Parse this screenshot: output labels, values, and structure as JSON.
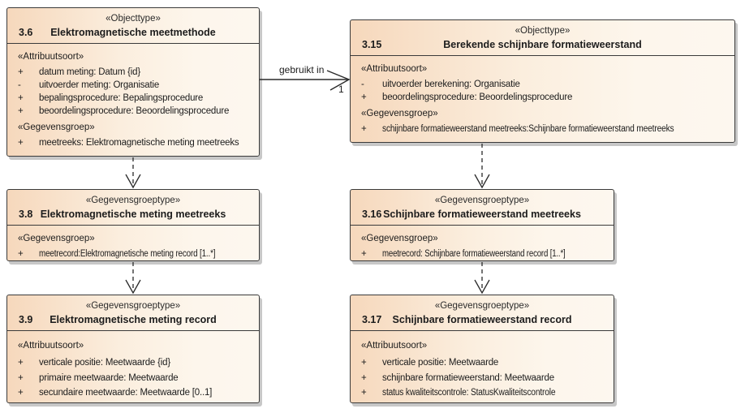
{
  "colors": {
    "box_fill_gradient_start": "#f6d8bc",
    "box_fill_gradient_end": "#fdf7ef",
    "box_border": "#3a3a3a",
    "box_shadow": "#828282",
    "background": "#ffffff",
    "text": "#1c1c1c"
  },
  "connector": {
    "label": "gebruikt in",
    "multiplicity": "1"
  },
  "boxes": [
    {
      "stereotype": "«Objecttype»",
      "number": "3.6",
      "title": "Elektromagnetische meetmethode",
      "sections": [
        {
          "header": "«Attribuutsoort»",
          "rows": [
            {
              "vis": "+",
              "text": "datum meting: Datum {id}"
            },
            {
              "vis": "-",
              "text": "uitvoerder meting: Organisatie"
            },
            {
              "vis": "+",
              "text": "bepalingsprocedure: Bepalingsprocedure"
            },
            {
              "vis": "+",
              "text": "beoordelingsprocedure: Beoordelingsprocedure"
            }
          ]
        },
        {
          "header": "«Gegevensgroep»",
          "rows": [
            {
              "vis": "+",
              "text": "meetreeks: Elektromagnetische meting meetreeks"
            }
          ]
        }
      ]
    },
    {
      "stereotype": "«Objecttype»",
      "number": "3.15",
      "title": "Berekende schijnbare formatieweerstand",
      "sections": [
        {
          "header": "«Attribuutsoort»",
          "rows": [
            {
              "vis": "-",
              "text": "uitvoerder berekening: Organisatie"
            },
            {
              "vis": "+",
              "text": "beoordelingsprocedure: Beoordelingsprocedure"
            }
          ]
        },
        {
          "header": "«Gegevensgroep»",
          "rows": [
            {
              "vis": "+",
              "text": "schijnbare formatieweerstand meetreeks:Schijnbare formatieweerstand meetreeks"
            }
          ]
        }
      ]
    },
    {
      "stereotype": "«Gegevensgroeptype»",
      "number": "3.8",
      "title": "Elektromagnetische meting meetreeks",
      "sections": [
        {
          "header": "«Gegevensgroep»",
          "rows": [
            {
              "vis": "+",
              "text": "meetrecord:Elektromagnetische meting record [1..*]"
            }
          ]
        }
      ]
    },
    {
      "stereotype": "«Gegevensgroeptype»",
      "number": "3.16",
      "title": "Schijnbare formatieweerstand meetreeks",
      "sections": [
        {
          "header": "«Gegevensgroep»",
          "rows": [
            {
              "vis": "+",
              "text": "meetrecord: Schijnbare formatieweerstand record [1..*]"
            }
          ]
        }
      ]
    },
    {
      "stereotype": "«Gegevensgroeptype»",
      "number": "3.9",
      "title": "Elektromagnetische meting record",
      "sections": [
        {
          "header": "«Attribuutsoort»",
          "rows": [
            {
              "vis": "+",
              "text": "verticale positie: Meetwaarde {id}"
            },
            {
              "vis": "+",
              "text": "primaire meetwaarde: Meetwaarde"
            },
            {
              "vis": "+",
              "text": "secundaire meetwaarde: Meetwaarde [0..1]"
            }
          ]
        }
      ]
    },
    {
      "stereotype": "«Gegevensgroeptype»",
      "number": "3.17",
      "title": "Schijnbare formatieweerstand record",
      "sections": [
        {
          "header": "«Attribuutsoort»",
          "rows": [
            {
              "vis": "+",
              "text": "verticale positie: Meetwaarde"
            },
            {
              "vis": "+",
              "text": "schijnbare formatieweerstand: Meetwaarde"
            },
            {
              "vis": "+",
              "text": "status kwaliteitscontrole: StatusKwaliteitscontrole"
            }
          ]
        }
      ]
    }
  ]
}
